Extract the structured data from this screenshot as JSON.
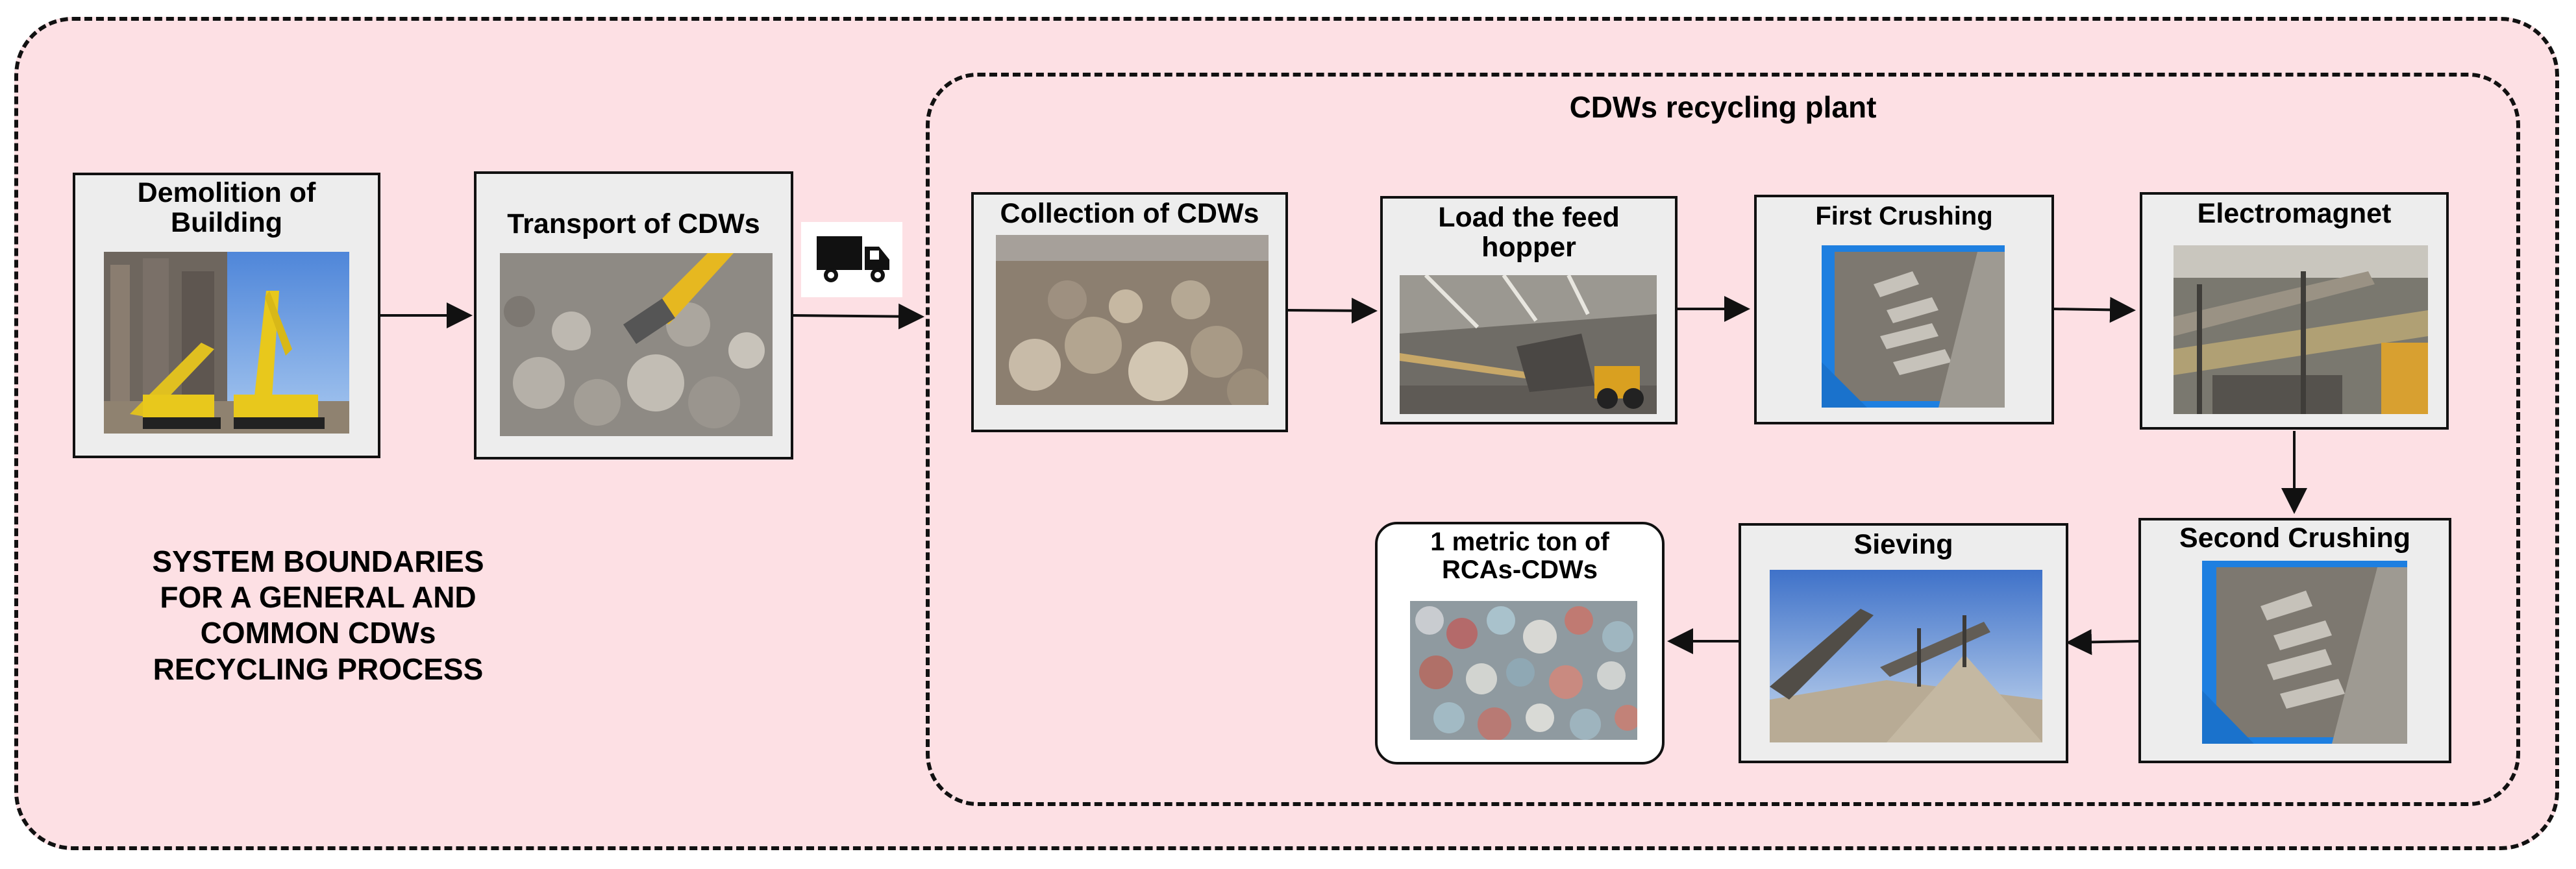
{
  "plant": {
    "title": "CDWs recycling plant"
  },
  "system_label": {
    "lines": [
      "SYSTEM BOUNDARIES",
      "FOR A GENERAL AND",
      "COMMON CDWs",
      "RECYCLING PROCESS"
    ]
  },
  "steps": {
    "demolition": {
      "label_line1": "Demolition of",
      "label_line2": "Building"
    },
    "transport": {
      "label": "Transport of CDWs"
    },
    "collection": {
      "label": "Collection of CDWs"
    },
    "load": {
      "label_line1": "Load the feed",
      "label_line2": "hopper"
    },
    "first_crushing": {
      "label": "First Crushing"
    },
    "electromagnet": {
      "label": "Electromagnet"
    },
    "second_crushing": {
      "label": "Second Crushing"
    },
    "sieving": {
      "label": "Sieving"
    },
    "output": {
      "label_line1": "1 metric ton of",
      "label_line2": "RCAs-CDWs"
    }
  },
  "icons": {
    "transport": "truck-icon"
  },
  "colors": {
    "background": "#fde0e4",
    "box": "#ededed",
    "border": "#111111"
  }
}
